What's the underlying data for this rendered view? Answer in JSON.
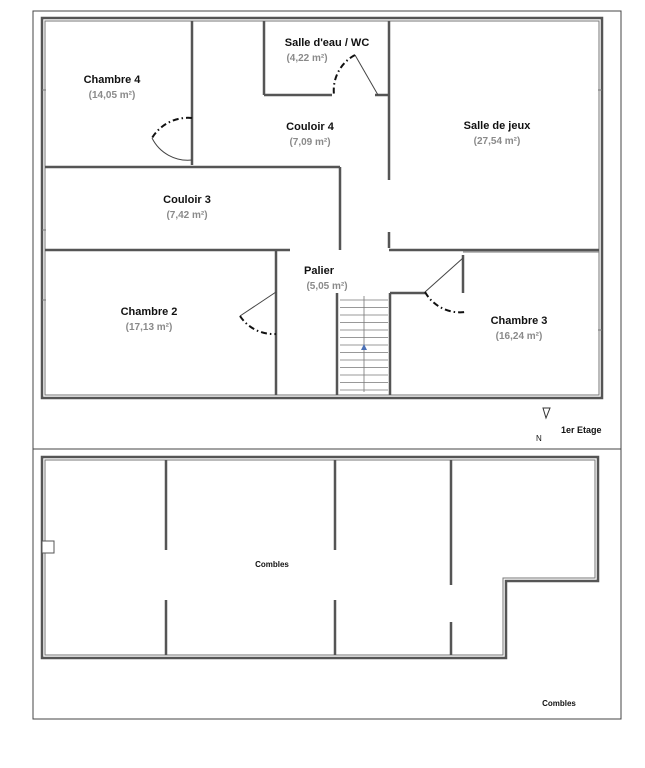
{
  "floor_1": {
    "rooms": {
      "chambre4": {
        "name": "Chambre 4",
        "area": "(14,05 m²)"
      },
      "salle_eau": {
        "name": "Salle d'eau / WC",
        "area": "(4,22 m²)"
      },
      "couloir4": {
        "name": "Couloir 4",
        "area": "(7,09 m²)"
      },
      "salle_jeux": {
        "name": "Salle de jeux",
        "area": "(27,54 m²)"
      },
      "couloir3": {
        "name": "Couloir 3",
        "area": "(7,42 m²)"
      },
      "palier": {
        "name": "Palier",
        "area": "(5,05 m²)"
      },
      "chambre2": {
        "name": "Chambre 2",
        "area": "(17,13 m²)"
      },
      "chambre3": {
        "name": "Chambre 3",
        "area": "(16,24 m²)"
      }
    },
    "level_label": "1er Etage",
    "north_label": "N"
  },
  "attic": {
    "room_label": "Combles",
    "level_label": "Combles"
  }
}
